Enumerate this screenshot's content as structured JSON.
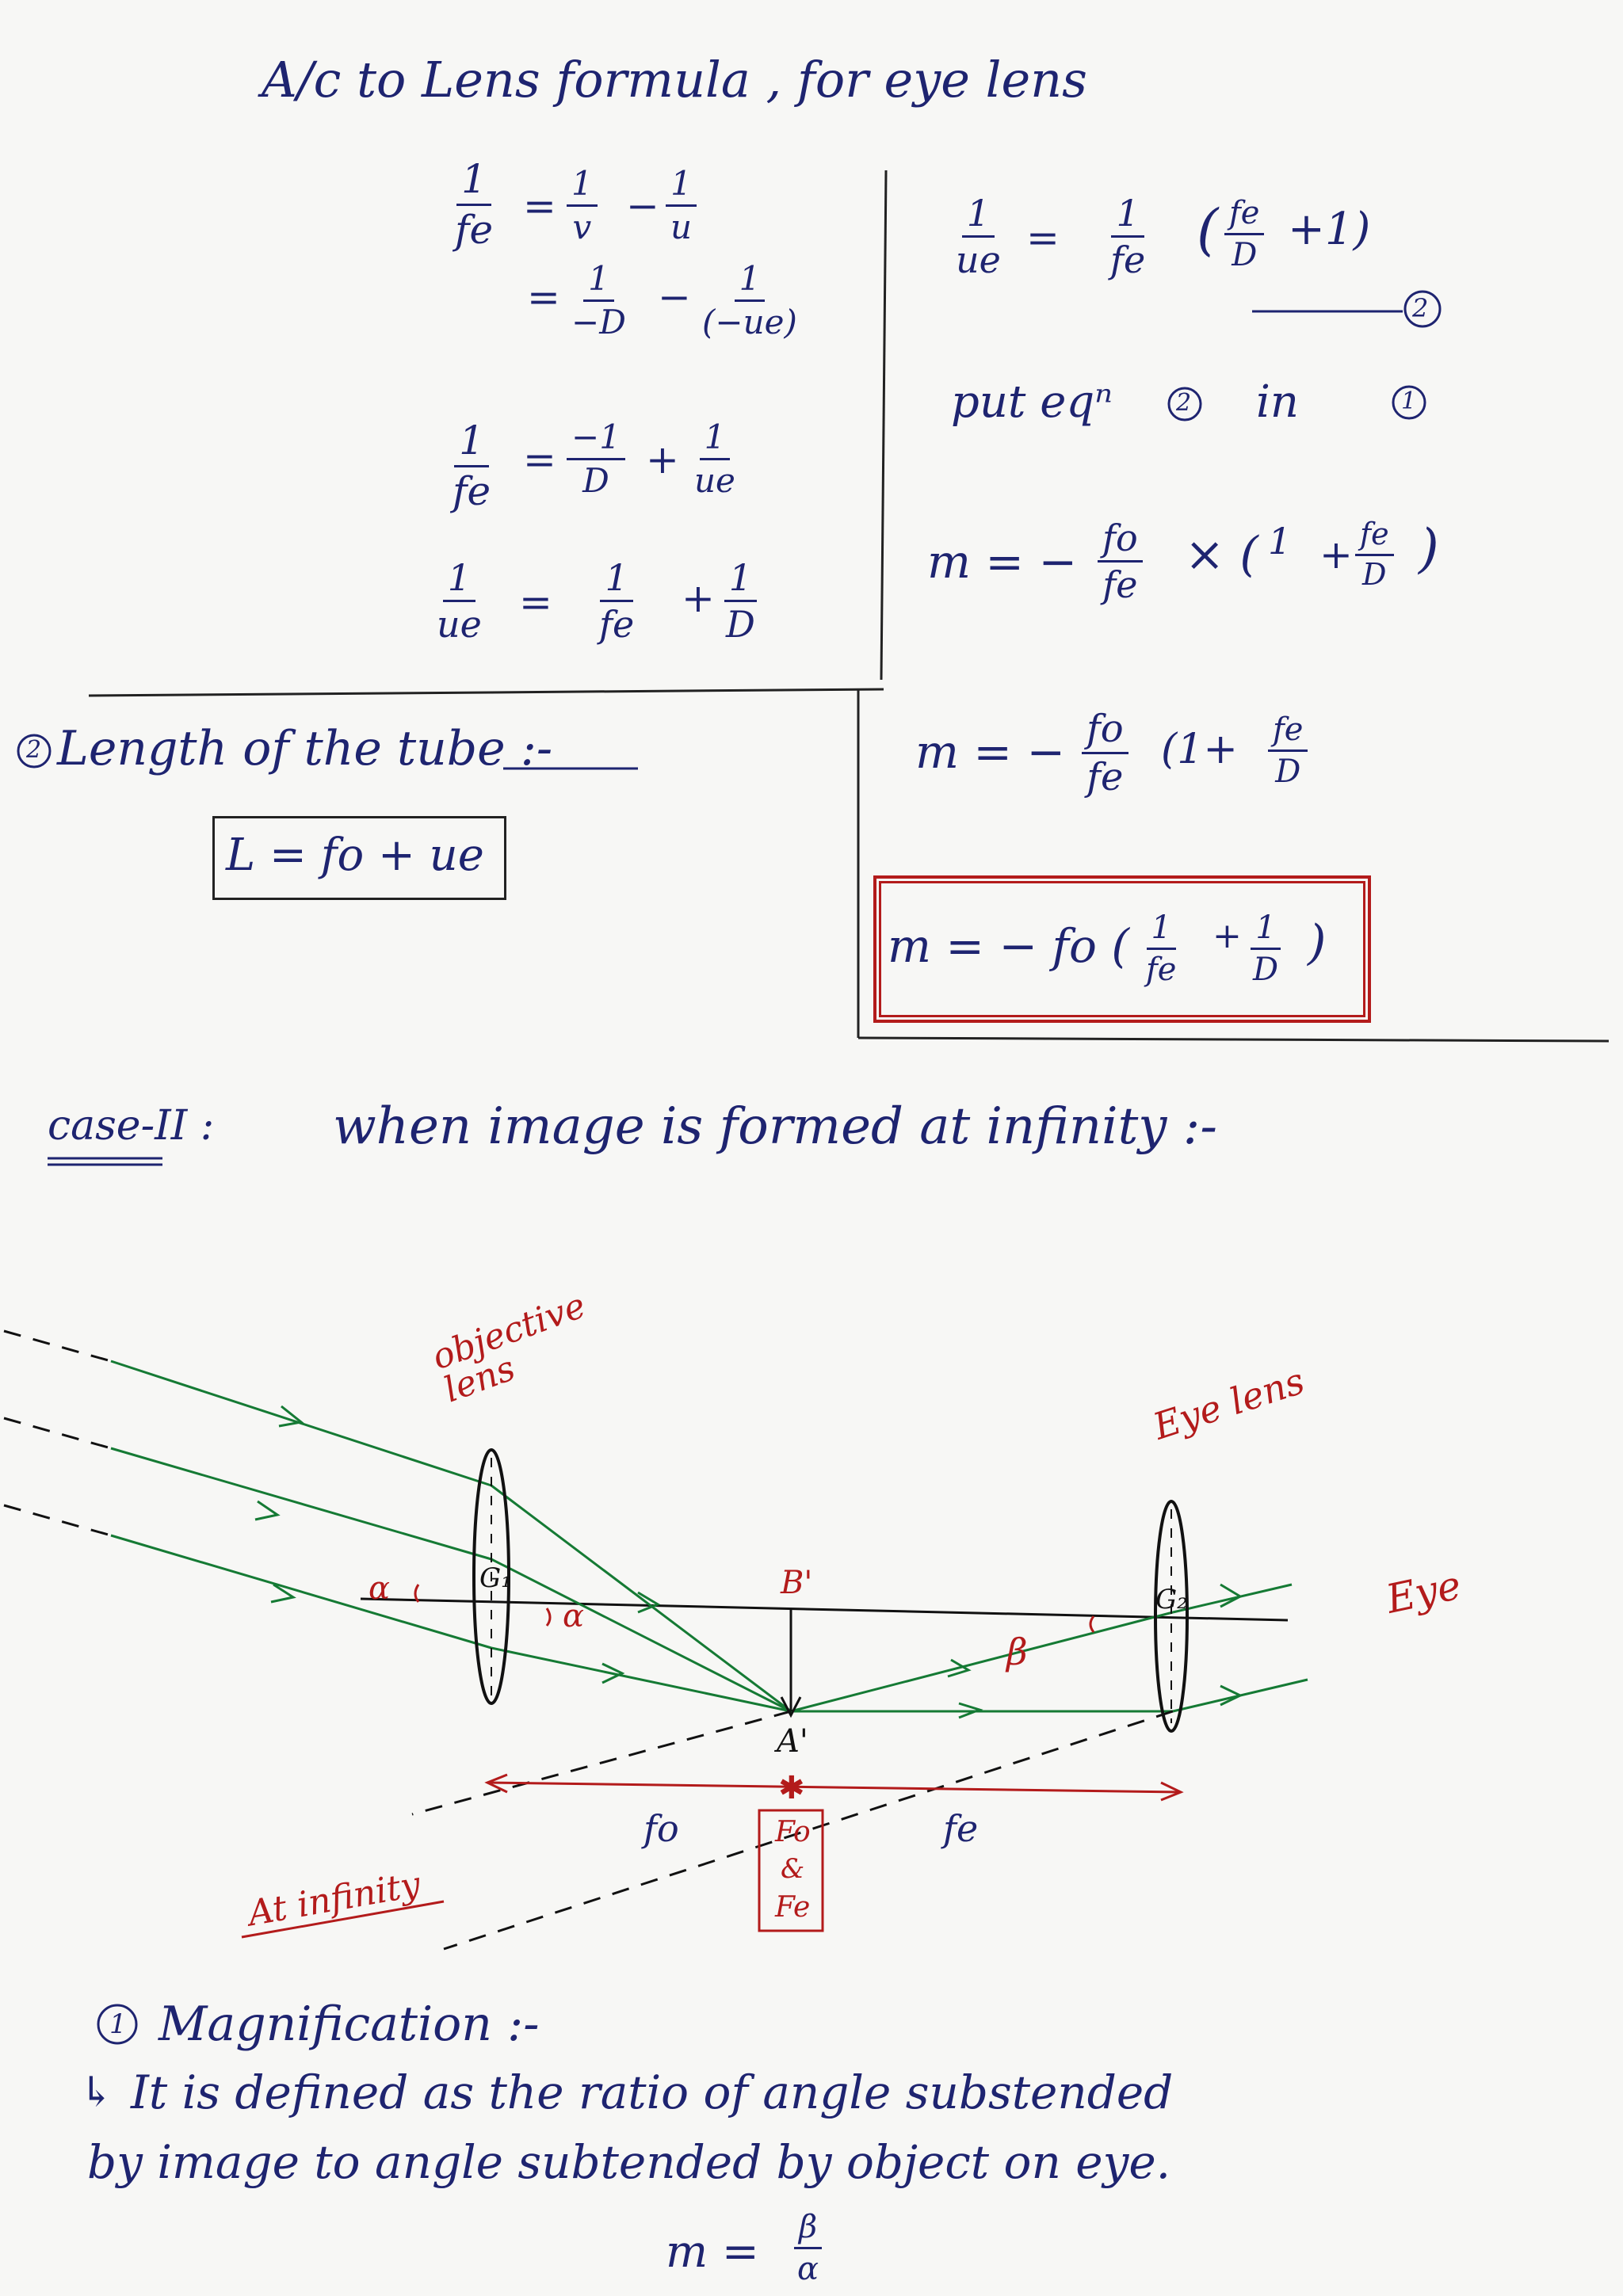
{
  "top_section": {
    "heading": "A/c to Lens formula , for eye lens",
    "step1_lhs_num": "1",
    "step1_lhs_den": "fe",
    "step1_eq": "=",
    "step1_t1_num": "1",
    "step1_t1_den": "v",
    "step1_minus": "−",
    "step1_t2_num": "1",
    "step1_t2_den": "u",
    "step2_eq": "=",
    "step2_t1_num": "1",
    "step2_t1_den": "−D",
    "step2_minus": "−",
    "step2_t2_num": "1",
    "step2_t2_den": "(−ue)",
    "step3_lhs_num": "1",
    "step3_lhs_den": "fe",
    "step3_eq": "=",
    "step3_t1_num": "−1",
    "step3_t1_den": "D",
    "step3_plus": "+",
    "step3_t2_num": "1",
    "step3_t2_den": "ue",
    "step4_lhs_num": "1",
    "step4_lhs_den": "ue",
    "step4_eq": "=",
    "step4_t1_num": "1",
    "step4_t1_den": "fe",
    "step4_plus": "+",
    "step4_t2_num": "1",
    "step4_t2_den": "D"
  },
  "right_section": {
    "eq2_lhs_num": "1",
    "eq2_lhs_den": "ue",
    "eq2_eq": "=",
    "eq2_t_num": "1",
    "eq2_t_den": "fe",
    "eq2_paren_open": "(",
    "eq2_inner_num": "fe",
    "eq2_inner_den": "D",
    "eq2_paren_close": "+1)",
    "eq2_tag": "2",
    "put_text": "put eqⁿ",
    "put_tag1": "2",
    "put_in": "in",
    "put_tag2": "1",
    "m1_lhs": "m = −",
    "m1_num": "fo",
    "m1_den": "fe",
    "m1_times": "× (",
    "m1_one": "1",
    "m1_plus": "+",
    "m1_inner_num": "fe",
    "m1_inner_den": "D",
    "m1_close": ")",
    "m2_lhs": "m = −",
    "m2_num": "fo",
    "m2_den": "fe",
    "m2_open": "(1+",
    "m2_inner_num": "fe",
    "m2_inner_den": "D",
    "m3_text": "m = − fo (",
    "m3_a_num": "1",
    "m3_a_den": "fe",
    "m3_plus": "+",
    "m3_b_num": "1",
    "m3_b_den": "D",
    "m3_close": ")"
  },
  "tube": {
    "heading_num": "2",
    "heading": "Length of the tube :-",
    "formula": "L = fo + ue"
  },
  "case": {
    "label": "case-II :",
    "text": "when image is formed at infinity :-"
  },
  "diagram": {
    "objective_lens_label": "objective lens",
    "eye_lens_label": "Eye lens",
    "eye_label": "Eye",
    "alpha": "α",
    "beta": "β",
    "G1": "G₁",
    "G2": "G₂",
    "B_prime": "B'",
    "A_prime": "A'",
    "fo": "fo",
    "fe": "fe",
    "Fo": "Fo",
    "and": "&",
    "Fe": "Fe",
    "at_infinity": "At infinity"
  },
  "magnification": {
    "num": "1",
    "heading": "Magnification :-",
    "arrow": "↳",
    "line1": "It is defined as the ratio of angle substended",
    "line2": "by image to angle subtended by object on eye.",
    "formula_lhs": "m =",
    "formula_num": "β",
    "formula_den": "α"
  }
}
